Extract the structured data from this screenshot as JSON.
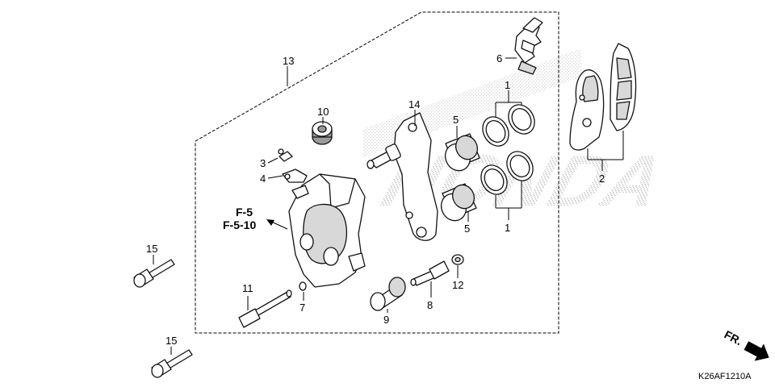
{
  "diagram": {
    "callouts": {
      "c1_top": "1",
      "c1_bottom": "1",
      "c2": "2",
      "c3": "3",
      "c4": "4",
      "c5_top": "5",
      "c5_bottom": "5",
      "c6": "6",
      "c7": "7",
      "c8": "8",
      "c9": "9",
      "c10": "10",
      "c11": "11",
      "c12": "12",
      "c13": "13",
      "c14": "14",
      "c15_top": "15",
      "c15_bottom": "15"
    },
    "refs": {
      "ref1": "F-5",
      "ref2": "F-5-10"
    },
    "direction_label": "FR.",
    "diagram_code": "K26AF1210A",
    "watermark": "HONDA"
  }
}
